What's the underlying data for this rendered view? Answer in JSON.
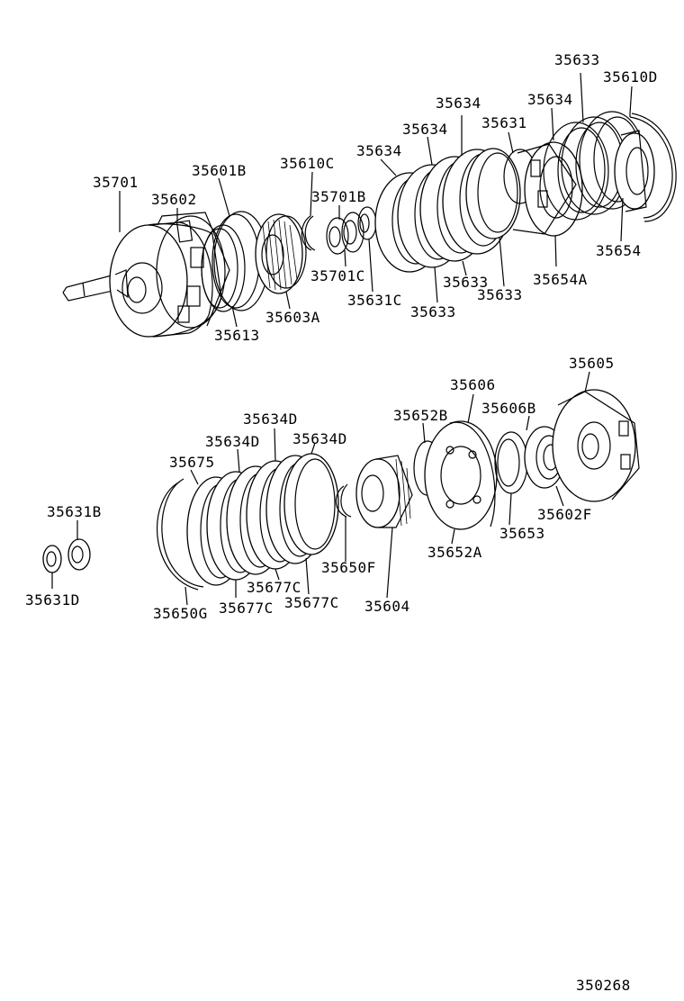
{
  "diagram": {
    "labels": {
      "l35701": "35701",
      "l35602": "35602",
      "l35601B": "35601B",
      "l35613": "35613",
      "l35603A": "35603A",
      "l35610C": "35610C",
      "l35701B": "35701B",
      "l35701C": "35701C",
      "l35631C": "35631C",
      "l35634a": "35634",
      "l35634b": "35634",
      "l35634c": "35634",
      "l35634d": "35634",
      "l35631": "35631",
      "l35633a": "35633",
      "l35633b": "35633",
      "l35633c": "35633",
      "l35633d": "35633",
      "l35610D": "35610D",
      "l35654": "35654",
      "l35654A": "35654A",
      "l35605": "35605",
      "l35606": "35606",
      "l35606B": "35606B",
      "l35652B": "35652B",
      "l35652A": "35652A",
      "l35653": "35653",
      "l35602F": "35602F",
      "l35604": "35604",
      "l35650F": "35650F",
      "l35634Da": "35634D",
      "l35634Db": "35634D",
      "l35634Dc": "35634D",
      "l35675": "35675",
      "l35650G": "35650G",
      "l35677Ca": "35677C",
      "l35677Cb": "35677C",
      "l35677Cc": "35677C",
      "l35631B": "35631B",
      "l35631D": "35631D",
      "figure_number": "350268"
    }
  }
}
